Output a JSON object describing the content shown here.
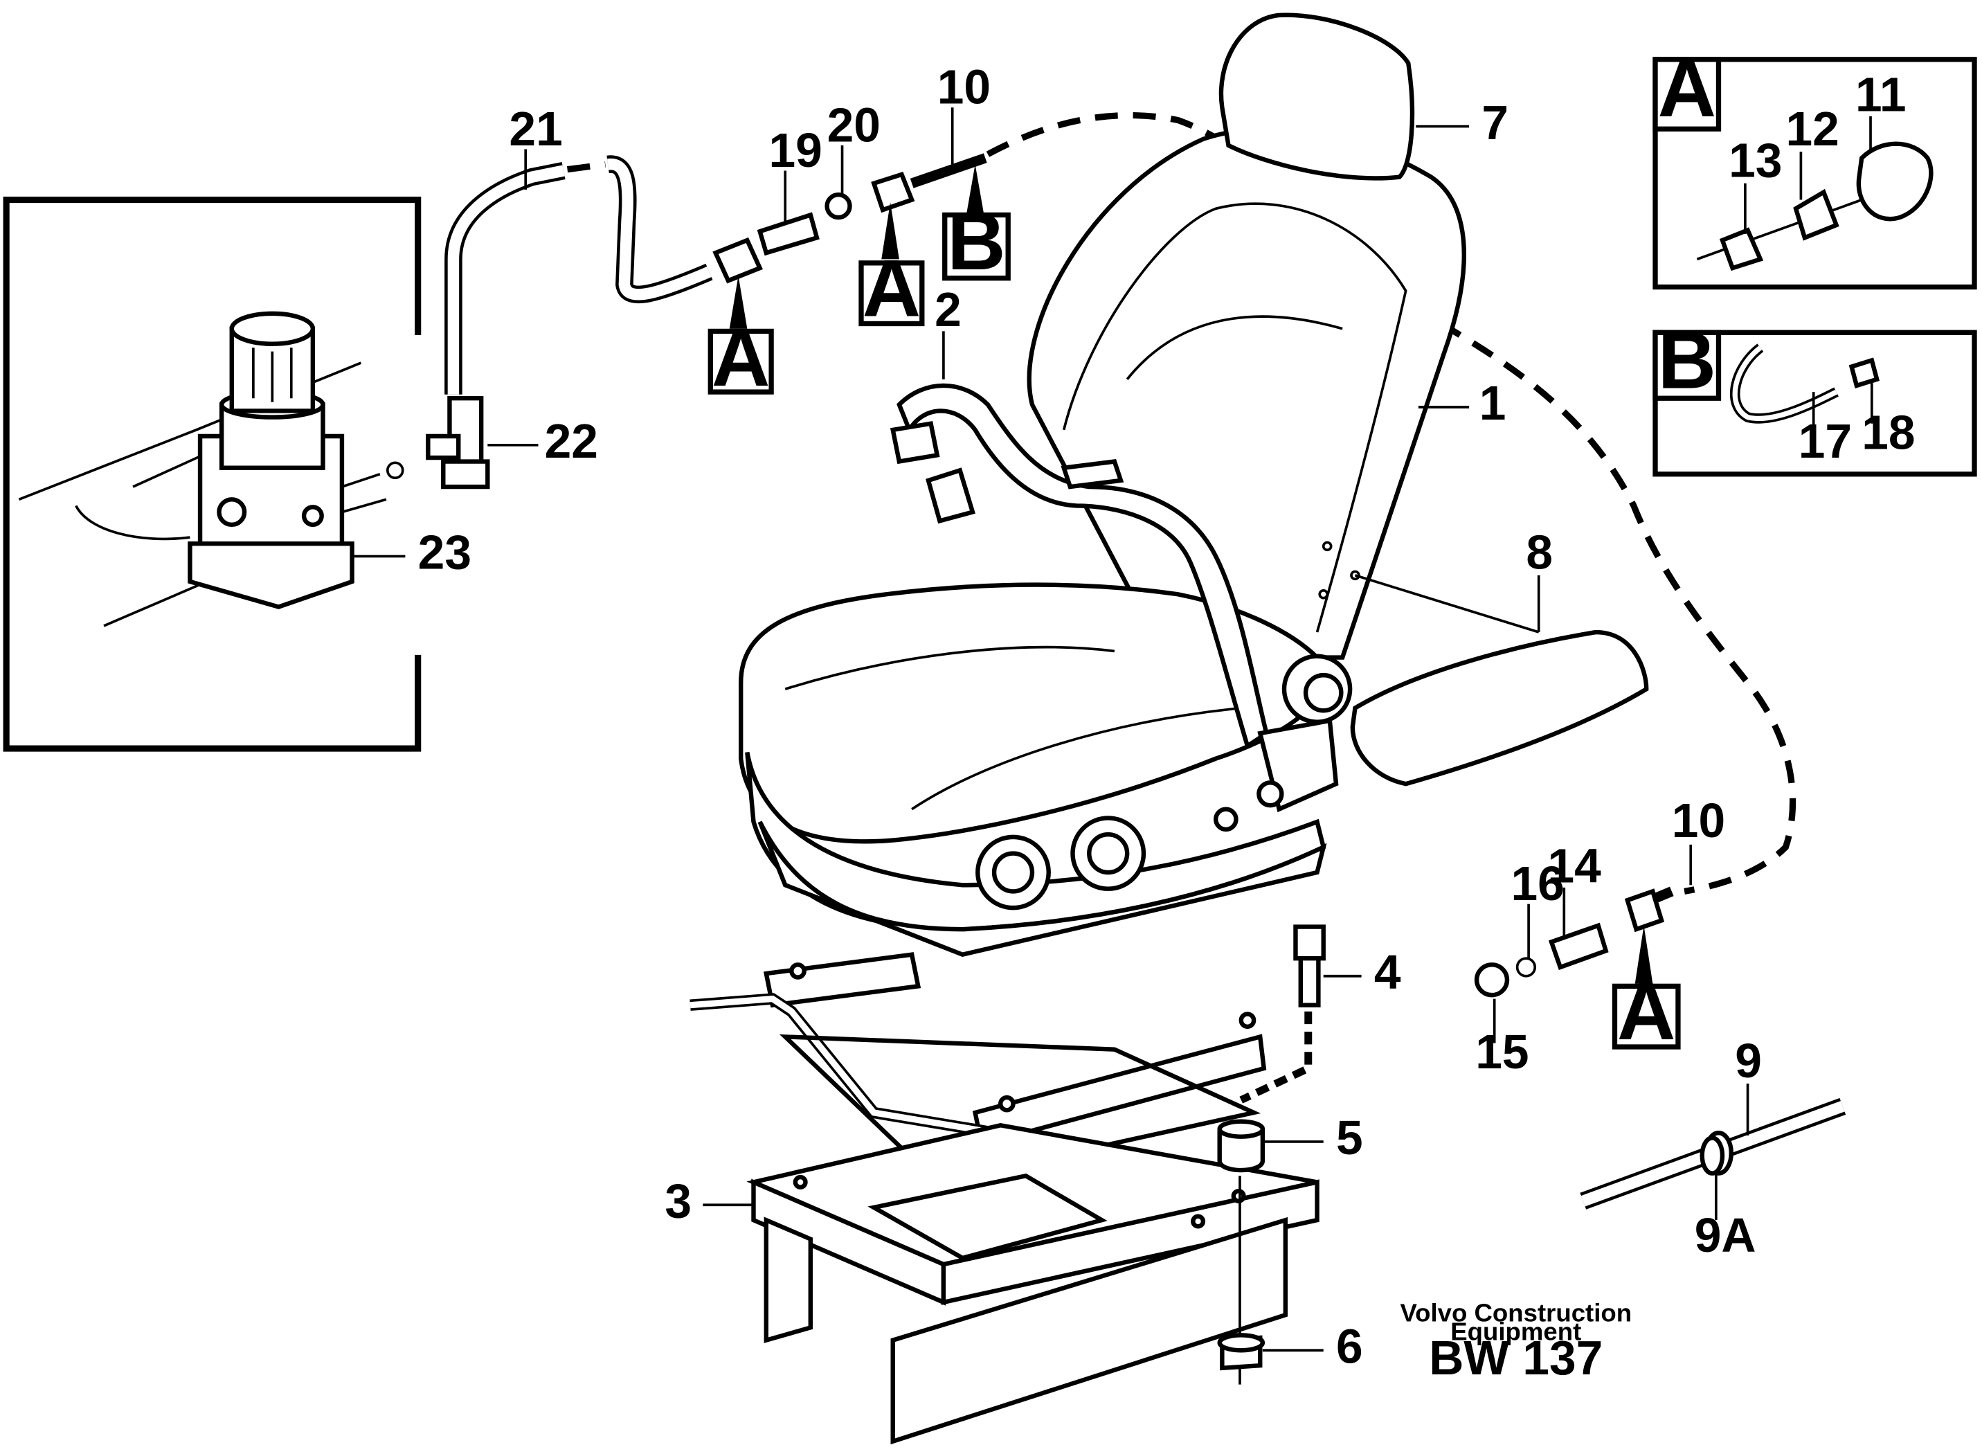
{
  "diagram": {
    "callouts": {
      "c1": "1",
      "c2": "2",
      "c3": "3",
      "c4": "4",
      "c5": "5",
      "c6": "6",
      "c7": "7",
      "c8": "8",
      "c9": "9",
      "c9a": "9A",
      "c10a": "10",
      "c10b": "10",
      "c11": "11",
      "c12": "12",
      "c13": "13",
      "c14": "14",
      "c15": "15",
      "c16": "16",
      "c17": "17",
      "c18": "18",
      "c19": "19",
      "c20": "20",
      "c21": "21",
      "c22": "22",
      "c23": "23"
    },
    "markers": {
      "a1": "A",
      "a2": "A",
      "a3": "A",
      "b1": "B"
    },
    "detail_boxes": {
      "box_a": "A",
      "box_b": "B"
    },
    "footer": {
      "line1": "Volvo Construction",
      "line2": "Equipment",
      "code": "BW 137"
    }
  }
}
